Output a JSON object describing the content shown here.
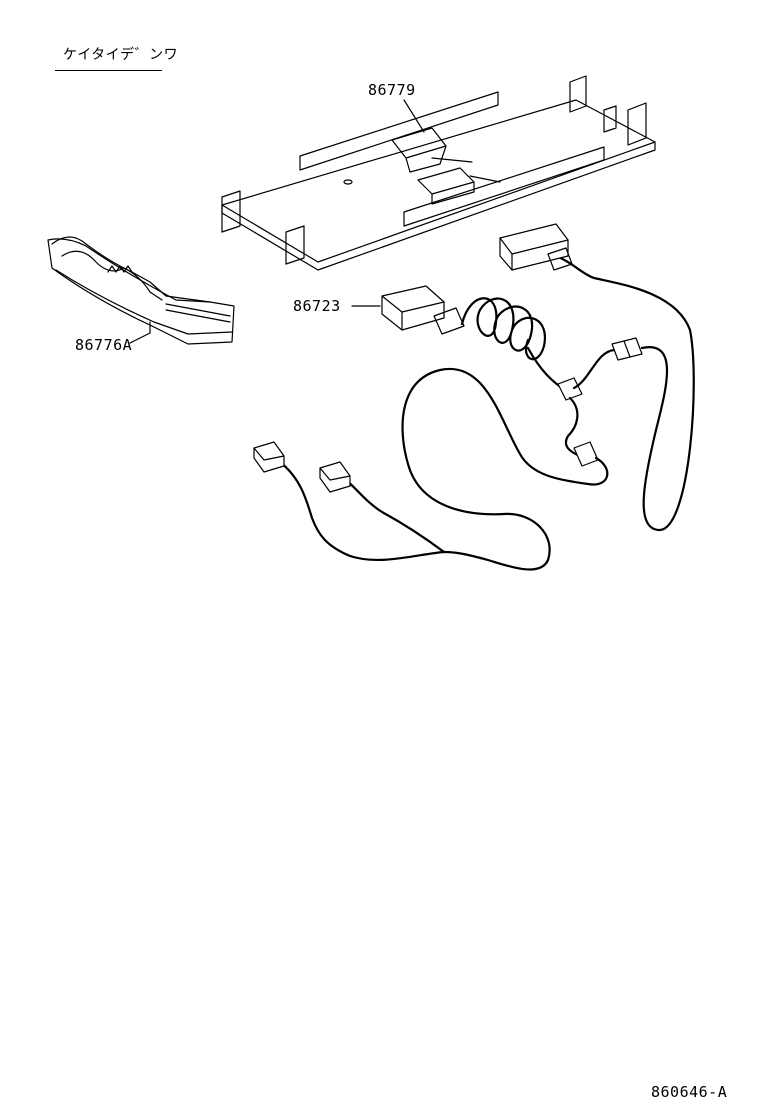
{
  "section_title": "ケイタイデ゛ンワ",
  "parts": [
    {
      "id": "bracket",
      "number": "86779"
    },
    {
      "id": "cable",
      "number": "86723"
    },
    {
      "id": "cover",
      "number": "86776A"
    }
  ],
  "reference_code": "860646-A"
}
